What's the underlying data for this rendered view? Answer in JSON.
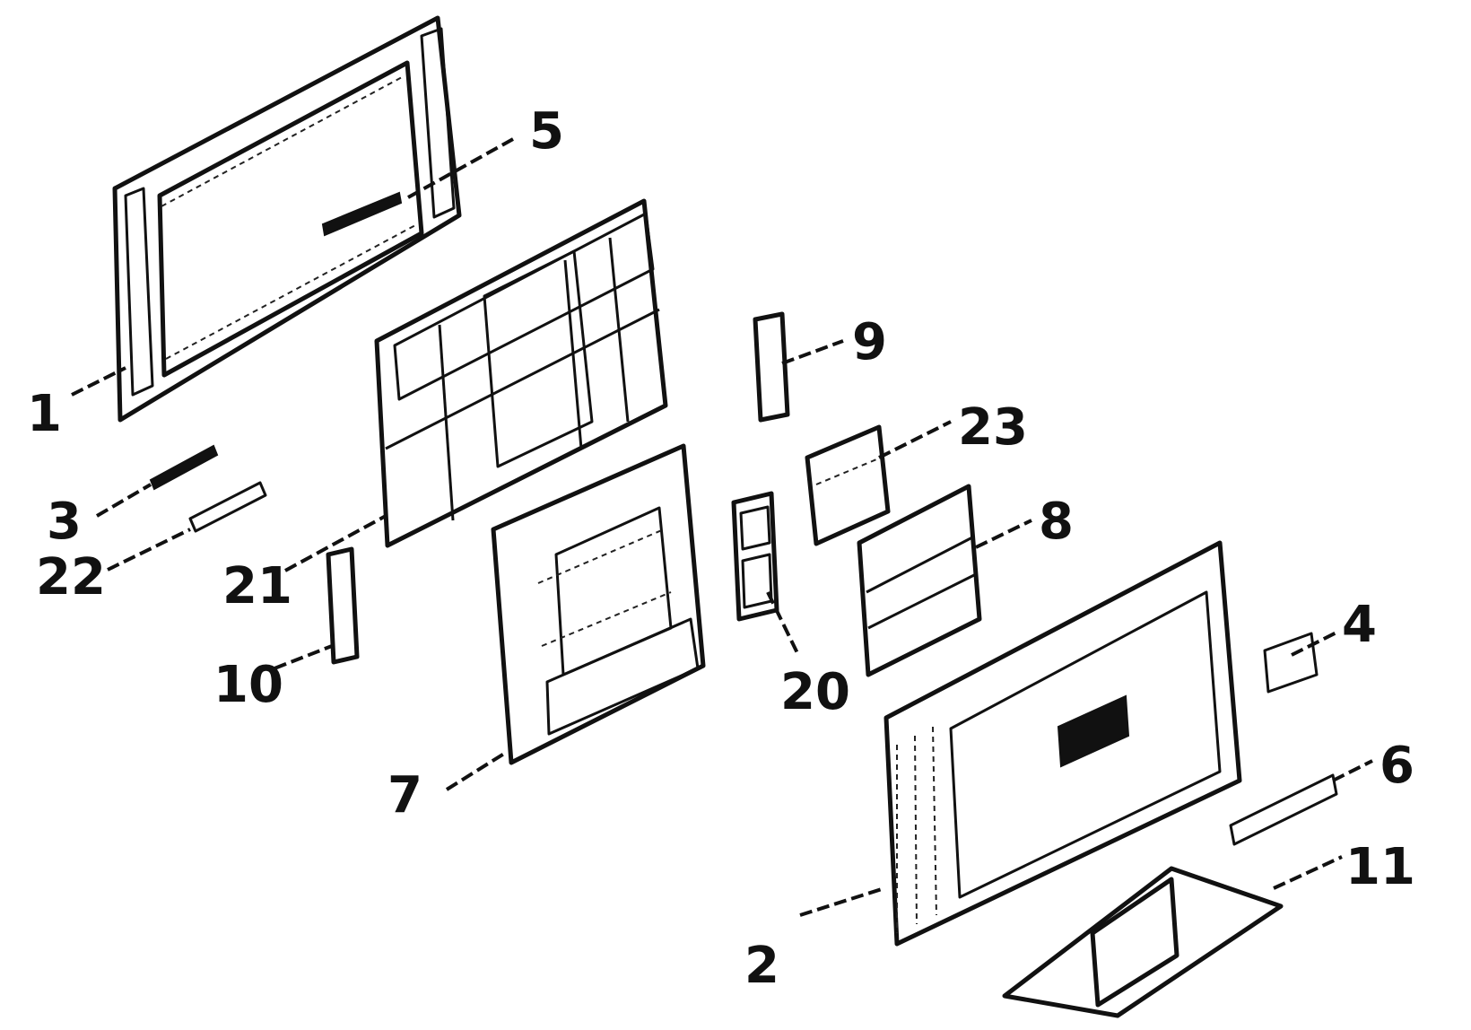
{
  "callouts": {
    "c1": "1",
    "c2": "2",
    "c3": "3",
    "c4": "4",
    "c5": "5",
    "c6": "6",
    "c7": "7",
    "c8": "8",
    "c9": "9",
    "c10": "10",
    "c11": "11",
    "c20": "20",
    "c21": "21",
    "c22": "22",
    "c23": "23"
  },
  "colors": {
    "ink": "#111111",
    "background": "#ffffff"
  }
}
